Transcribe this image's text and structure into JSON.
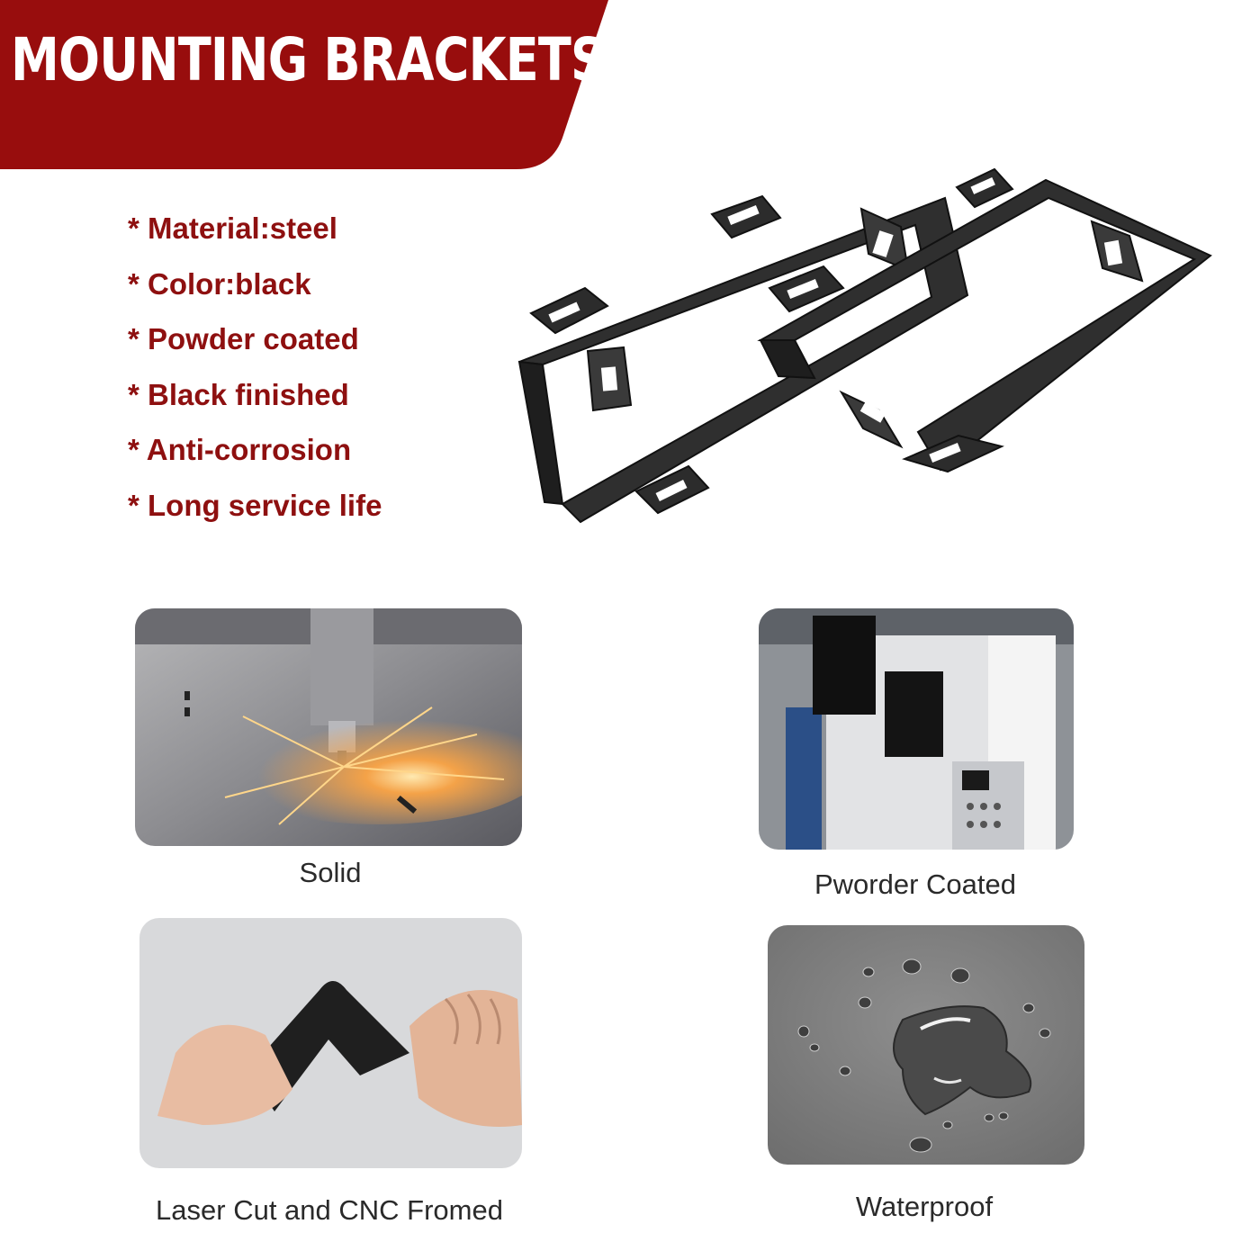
{
  "banner": {
    "title": "MOUNTING BRACKETS",
    "color": "#980d0d"
  },
  "features": [
    "* Material:steel",
    "* Color:black",
    "* Powder coated",
    "* Black finished",
    "* Anti-corrosion",
    "* Long service life"
  ],
  "feature_color": "#8e1010",
  "tiles": [
    {
      "caption": "Solid",
      "icon": "laser-cutting-photo"
    },
    {
      "caption": "Pworder Coated",
      "icon": "powder-coating-machine-photo"
    },
    {
      "caption": "Laser Cut and CNC Fromed",
      "icon": "bending-steel-photo"
    },
    {
      "caption": "Waterproof",
      "icon": "water-droplets-photo"
    }
  ]
}
